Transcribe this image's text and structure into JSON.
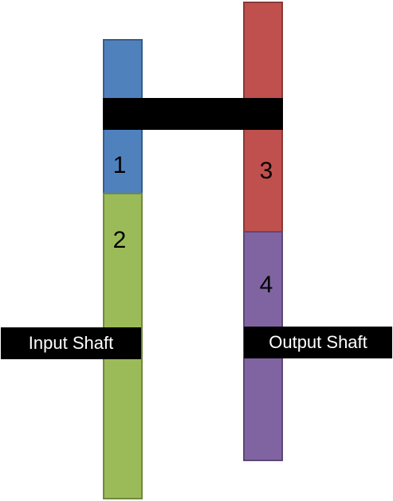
{
  "colors": {
    "segment_1": "#4f81bd",
    "segment_1_border": "#385d8a",
    "segment_2": "#9bbb59",
    "segment_2_border": "#71893f",
    "segment_3": "#c0504d",
    "segment_3_border": "#8c3836",
    "segment_4": "#8064a2",
    "segment_4_border": "#5c4776",
    "connector": "#000000",
    "label_background": "#000000",
    "label_text": "#ffffff"
  },
  "segments": [
    {
      "id": "1",
      "label": "1"
    },
    {
      "id": "2",
      "label": "2"
    },
    {
      "id": "3",
      "label": "3"
    },
    {
      "id": "4",
      "label": "4"
    }
  ],
  "labels": {
    "input_shaft": "Input Shaft",
    "output_shaft": "Output Shaft"
  }
}
